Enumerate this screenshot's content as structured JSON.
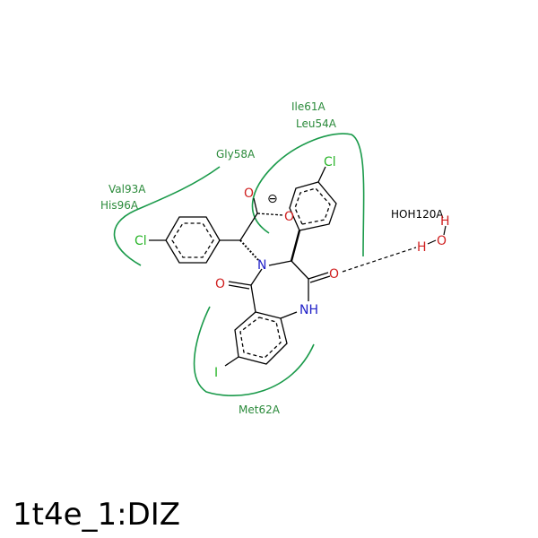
{
  "title": "1t4e_1:DIZ",
  "colors": {
    "bond": "#000000",
    "nitrogen": "#2020c8",
    "oxygen": "#d02020",
    "chlorine": "#28b428",
    "iodine": "#28b428",
    "residue": "#2a8a3a",
    "hbond": "#000000",
    "hydrophobic_arc": "#1a9a4a"
  },
  "residues": {
    "ile61": "Ile61A",
    "leu54": "Leu54A",
    "gly58": "Gly58A",
    "val93": "Val93A",
    "his96": "His96A",
    "met62": "Met62A",
    "water": "HOH120A"
  },
  "atoms": {
    "cl_left": "Cl",
    "cl_right": "Cl",
    "iodine": "I",
    "o_carboxyl": "O",
    "o_carboxyl2": "O",
    "o_amide_left": "O",
    "o_amide_right": "O",
    "n_ring": "N",
    "nh_ring": "NH",
    "water_h1": "H",
    "water_h2": "H",
    "water_o": "O",
    "charge": "⊖"
  }
}
